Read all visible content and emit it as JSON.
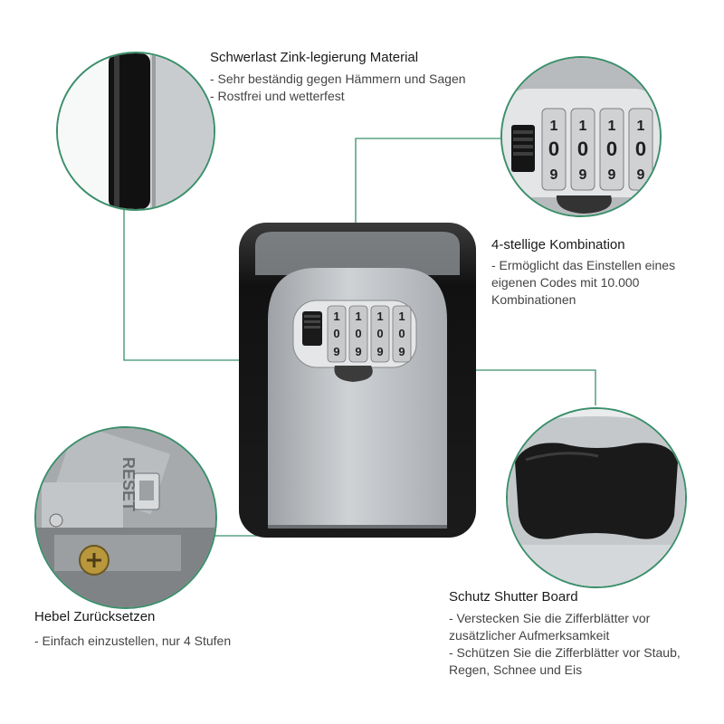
{
  "top": {
    "title": "Schwerlast Zink-legierung Material",
    "bullets": [
      "- Sehr beständig gegen Hämmern und Sagen",
      "- Rostfrei und wetterfest"
    ]
  },
  "combination": {
    "title": "4-stellige Kombination",
    "bullets": [
      "- Ermöglicht das Einstellen eines",
      "eigenen Codes mit 10.000",
      "Kombinationen"
    ]
  },
  "lever": {
    "title": "Hebel Zurücksetzen",
    "bullets": [
      "- Einfach einzustellen, nur 4 Stufen"
    ]
  },
  "shutter": {
    "title": "Schutz Shutter Board",
    "bullets": [
      "- Verstecken Sie die Zifferblätter vor",
      "zusätzlicher Aufmerksamkeit",
      "- Schützen Sie die Zifferblätter vor Staub,",
      "Regen, Schnee und Eis"
    ]
  },
  "dials": {
    "top": [
      "1",
      "1",
      "1",
      "1"
    ],
    "mid": [
      "0",
      "0",
      "0",
      "0"
    ],
    "bottom": [
      "9",
      "9",
      "9",
      "9"
    ]
  },
  "reset_text": "RESET",
  "colors": {
    "accent": "#3a8f6a",
    "body_dark": "#1c1c1c",
    "face_grey": "#b9bcbf"
  }
}
